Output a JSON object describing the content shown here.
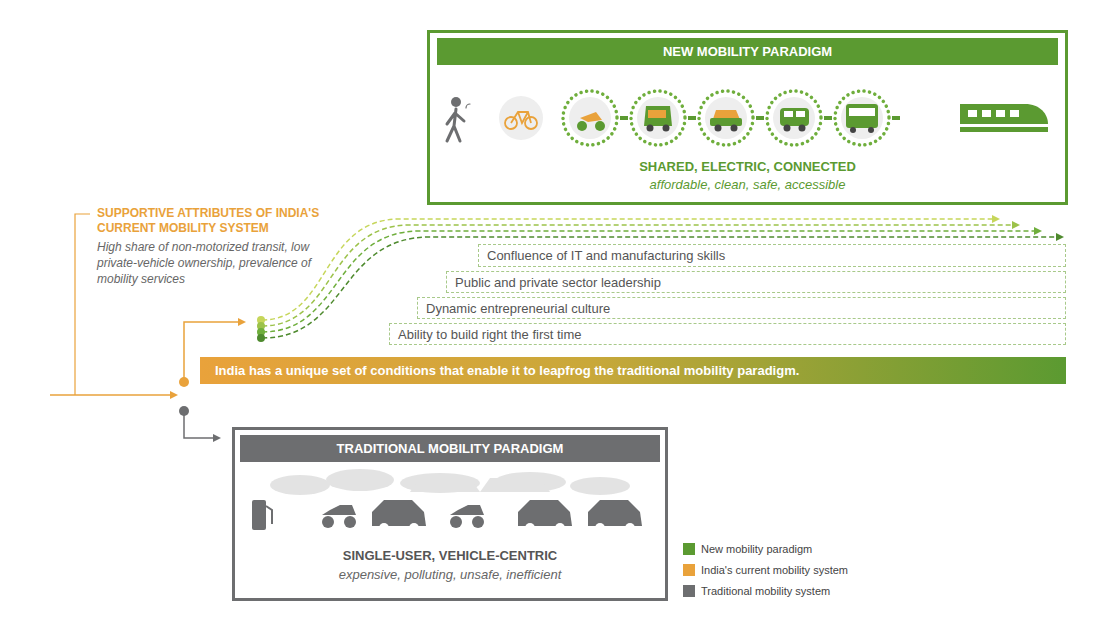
{
  "diagram": {
    "nodes": [
      {
        "text": [
          "NEW MOBILITY PARADIGM",
          "SHARED, ELECTRIC, CONNECTED",
          "affordable, clean, safe, accessible"
        ]
      },
      {
        "text": [
          "Confluence of IT and manufacturing skills"
        ]
      },
      {
        "text": [
          "Public and private sector leadership"
        ]
      },
      {
        "text": [
          "Dynamic entrepreneurial culture"
        ]
      },
      {
        "text": [
          "Ability to build right the first time"
        ]
      },
      {
        "text": [
          "India has a unique set of conditions that enable it to leapfrog the traditional mobility paradigm."
        ]
      },
      {
        "text": [
          "TRADITIONAL MOBILITY PARADIGM",
          "SINGLE-USER, VEHICLE-CENTRIC",
          "expensive, polluting, unsafe, inefficient"
        ]
      }
    ],
    "labels": [
      "SUPPORTIVE ATTRIBUTES OF INDIA'S CURRENT MOBILITY SYSTEM",
      "High share of non-motorized transit, low private-vehicle ownership, prevalence of mobility services"
    ],
    "legend": [
      {
        "text": "New mobility paradigm",
        "color": "#5b9a31"
      },
      {
        "text": "India's current mobility system",
        "color": "#e9a23b"
      },
      {
        "text": "Traditional mobility system",
        "color": "#6d6e70"
      }
    ]
  }
}
